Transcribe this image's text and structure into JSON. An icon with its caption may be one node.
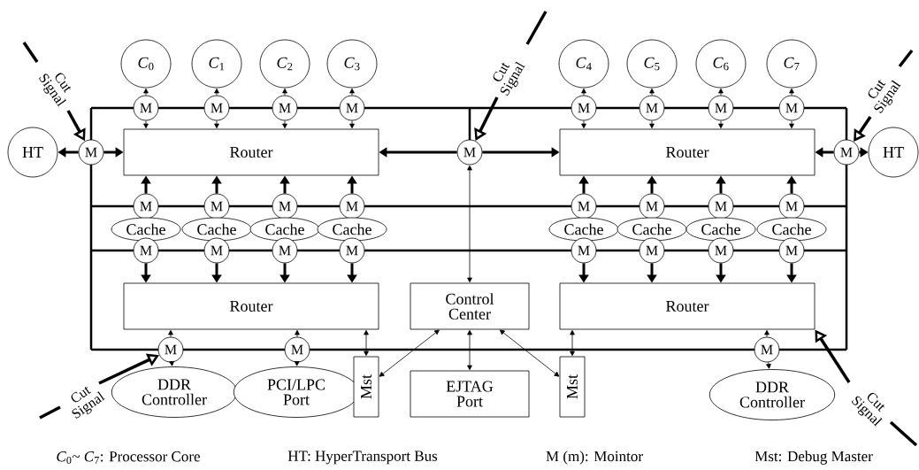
{
  "diagram": {
    "nodes": [
      {
        "text": [
          "*C*$_{0}$"
        ]
      },
      {
        "text": [
          "*C*$_{1}$"
        ]
      },
      {
        "text": [
          "*C*$_{2}$"
        ]
      },
      {
        "text": [
          "*C*$_{3}$"
        ]
      },
      {
        "text": [
          "*C*$_{4}$"
        ]
      },
      {
        "text": [
          "*C*$_{5}$"
        ]
      },
      {
        "text": [
          "*C*$_{6}$"
        ]
      },
      {
        "text": [
          "*C*$_{7}$"
        ]
      },
      {
        "text": [
          "M"
        ]
      },
      {
        "text": [
          "M"
        ]
      },
      {
        "text": [
          "M"
        ]
      },
      {
        "text": [
          "M"
        ]
      },
      {
        "text": [
          "M"
        ]
      },
      {
        "text": [
          "M"
        ]
      },
      {
        "text": [
          "M"
        ]
      },
      {
        "text": [
          "M"
        ]
      },
      {
        "text": [
          "HT"
        ]
      },
      {
        "text": [
          "M"
        ]
      },
      {
        "text": [
          "Router"
        ]
      },
      {
        "text": [
          "M"
        ]
      },
      {
        "text": [
          "Router"
        ]
      },
      {
        "text": [
          "M"
        ]
      },
      {
        "text": [
          "HT"
        ]
      },
      {
        "text": [
          "M"
        ]
      },
      {
        "text": [
          "M"
        ]
      },
      {
        "text": [
          "M"
        ]
      },
      {
        "text": [
          "M"
        ]
      },
      {
        "text": [
          "M"
        ]
      },
      {
        "text": [
          "M"
        ]
      },
      {
        "text": [
          "M"
        ]
      },
      {
        "text": [
          "M"
        ]
      },
      {
        "text": [
          "Cache"
        ]
      },
      {
        "text": [
          "Cache"
        ]
      },
      {
        "text": [
          "Cache"
        ]
      },
      {
        "text": [
          "Cache"
        ]
      },
      {
        "text": [
          "Cache"
        ]
      },
      {
        "text": [
          "Cache"
        ]
      },
      {
        "text": [
          "Cache"
        ]
      },
      {
        "text": [
          "Cache"
        ]
      },
      {
        "text": [
          "M"
        ]
      },
      {
        "text": [
          "M"
        ]
      },
      {
        "text": [
          "M"
        ]
      },
      {
        "text": [
          "M"
        ]
      },
      {
        "text": [
          "M"
        ]
      },
      {
        "text": [
          "M"
        ]
      },
      {
        "text": [
          "M"
        ]
      },
      {
        "text": [
          "M"
        ]
      },
      {
        "text": [
          "Router"
        ]
      },
      {
        "text": [
          "Control Center"
        ]
      },
      {
        "text": [
          "Router"
        ]
      },
      {
        "text": [
          "M"
        ]
      },
      {
        "text": [
          "M"
        ]
      },
      {
        "text": [
          "M"
        ]
      },
      {
        "text": [
          "DDR Controller"
        ]
      },
      {
        "text": [
          "PCI/LPC Port"
        ]
      },
      {
        "text": [
          "Mst"
        ]
      },
      {
        "text": [
          "EJTAG Port"
        ]
      },
      {
        "text": [
          "Mst"
        ]
      },
      {
        "text": [
          "DDR Controller"
        ]
      }
    ],
    "edges": [
      {
        "from": 8,
        "to": 0,
        "arrow": "to"
      },
      {
        "from": 8,
        "to": 18,
        "arrow": "to"
      },
      {
        "from": 9,
        "to": 1,
        "arrow": "to"
      },
      {
        "from": 9,
        "to": 18,
        "arrow": "to"
      },
      {
        "from": 10,
        "to": 2,
        "arrow": "to"
      },
      {
        "from": 10,
        "to": 18,
        "arrow": "to"
      },
      {
        "from": 11,
        "to": 3,
        "arrow": "to"
      },
      {
        "from": 11,
        "to": 18,
        "arrow": "to"
      },
      {
        "from": 12,
        "to": 4,
        "arrow": "to"
      },
      {
        "from": 12,
        "to": 20,
        "arrow": "to"
      },
      {
        "from": 13,
        "to": 5,
        "arrow": "to"
      },
      {
        "from": 13,
        "to": 20,
        "arrow": "to"
      },
      {
        "from": 14,
        "to": 6,
        "arrow": "to"
      },
      {
        "from": 14,
        "to": 20,
        "arrow": "to"
      },
      {
        "from": 15,
        "to": 7,
        "arrow": "to"
      },
      {
        "from": 15,
        "to": 20,
        "arrow": "to"
      },
      {
        "from": 17,
        "to": 16,
        "arrow": "to",
        "style": "thick"
      },
      {
        "from": 17,
        "to": 18,
        "arrow": "to",
        "style": "thick"
      },
      {
        "from": 19,
        "to": 18,
        "arrow": "to",
        "style": "thick"
      },
      {
        "from": 19,
        "to": 20,
        "arrow": "to",
        "style": "thick"
      },
      {
        "from": 21,
        "to": 20,
        "arrow": "to",
        "style": "thick"
      },
      {
        "from": 21,
        "to": 22,
        "arrow": "to",
        "style": "thick"
      },
      {
        "from": 48,
        "to": 19,
        "arrow": "both"
      },
      {
        "from": 23,
        "to": 18,
        "arrow": "to",
        "style": "thick"
      },
      {
        "from": 24,
        "to": 18,
        "arrow": "to",
        "style": "thick"
      },
      {
        "from": 25,
        "to": 18,
        "arrow": "to",
        "style": "thick"
      },
      {
        "from": 26,
        "to": 18,
        "arrow": "to",
        "style": "thick"
      },
      {
        "from": 27,
        "to": 20,
        "arrow": "to",
        "style": "thick"
      },
      {
        "from": 28,
        "to": 20,
        "arrow": "to",
        "style": "thick"
      },
      {
        "from": 29,
        "to": 20,
        "arrow": "to",
        "style": "thick"
      },
      {
        "from": 30,
        "to": 20,
        "arrow": "to",
        "style": "thick"
      },
      {
        "from": 39,
        "to": 47,
        "arrow": "to",
        "style": "thick"
      },
      {
        "from": 40,
        "to": 47,
        "arrow": "to",
        "style": "thick"
      },
      {
        "from": 41,
        "to": 47,
        "arrow": "to",
        "style": "thick"
      },
      {
        "from": 42,
        "to": 47,
        "arrow": "to",
        "style": "thick"
      },
      {
        "from": 43,
        "to": 49,
        "arrow": "to",
        "style": "thick"
      },
      {
        "from": 44,
        "to": 49,
        "arrow": "to",
        "style": "thick"
      },
      {
        "from": 45,
        "to": 49,
        "arrow": "to",
        "style": "thick"
      },
      {
        "from": 46,
        "to": 49,
        "arrow": "to",
        "style": "thick"
      },
      {
        "from": 50,
        "to": 47,
        "arrow": "to"
      },
      {
        "from": 50,
        "to": 53,
        "arrow": "to"
      },
      {
        "from": 51,
        "to": 47,
        "arrow": "to"
      },
      {
        "from": 51,
        "to": 54,
        "arrow": "to"
      },
      {
        "from": 52,
        "to": 49,
        "arrow": "to"
      },
      {
        "from": 52,
        "to": 58,
        "arrow": "to"
      },
      {
        "from": 55,
        "to": 47,
        "arrow": "both"
      },
      {
        "from": 48,
        "to": 55,
        "arrow": "both"
      },
      {
        "from": 48,
        "to": 56,
        "arrow": "both"
      },
      {
        "from": 48,
        "to": 57,
        "arrow": "both"
      },
      {
        "from": 57,
        "to": 49,
        "arrow": "both"
      },
      {
        "from": null,
        "to": 17,
        "arrow": "to",
        "style": "thick",
        "label": "Cut Signal"
      },
      {
        "from": null,
        "to": 19,
        "arrow": "to",
        "style": "thick",
        "label": "Cut Signal"
      },
      {
        "from": null,
        "to": 21,
        "arrow": "to",
        "style": "thick",
        "label": "Cut Signal"
      },
      {
        "from": null,
        "to": 50,
        "arrow": "to",
        "style": "thick",
        "label": "Cut Signal"
      },
      {
        "from": null,
        "to": 49,
        "arrow": "to",
        "style": "thick",
        "label": "Cut Signal"
      }
    ],
    "labels": [
      "*C*$_{0}$~ *C*$_{7}$: Processor Core",
      "HT: HyperTransport Bus",
      "M (m): Mointor",
      "Mst: Debug Master"
    ]
  }
}
